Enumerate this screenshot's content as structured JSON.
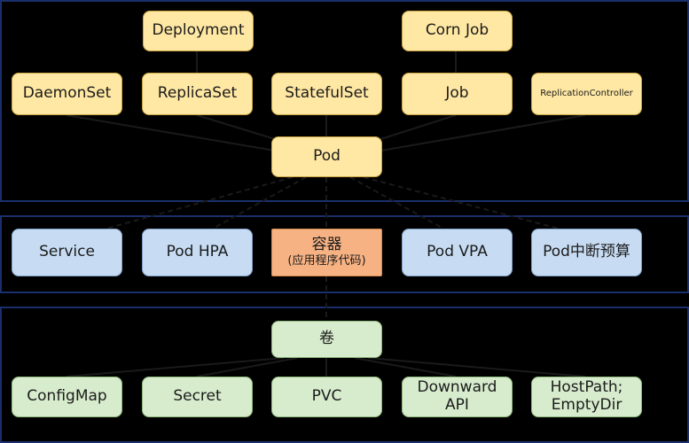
{
  "colors": {
    "background": "#000000",
    "panel_border": "#1a2f6b",
    "workload_fill": "#ffe8a3",
    "service_fill": "#c7dcf3",
    "container_fill": "#f7b283",
    "storage_fill": "#d7eccd"
  },
  "nodes": {
    "deployment": "Deployment",
    "cornjob": "Corn Job",
    "daemonset": "DaemonSet",
    "replicaset": "ReplicaSet",
    "statefulset": "StatefulSet",
    "job": "Job",
    "replicationcontroller": "ReplicationController",
    "pod": "Pod",
    "service": "Service",
    "podhpa": "Pod HPA",
    "container": "容器",
    "container_sub": "(应用程序代码)",
    "podvpa": "Pod VPA",
    "pdb": "Pod中断预算",
    "volume": "卷",
    "configmap": "ConfigMap",
    "secret": "Secret",
    "pvc": "PVC",
    "downward_line1": "Downward",
    "downward_line2": "API",
    "hostpath_line1": "HostPath;",
    "hostpath_line2": "EmptyDir"
  }
}
